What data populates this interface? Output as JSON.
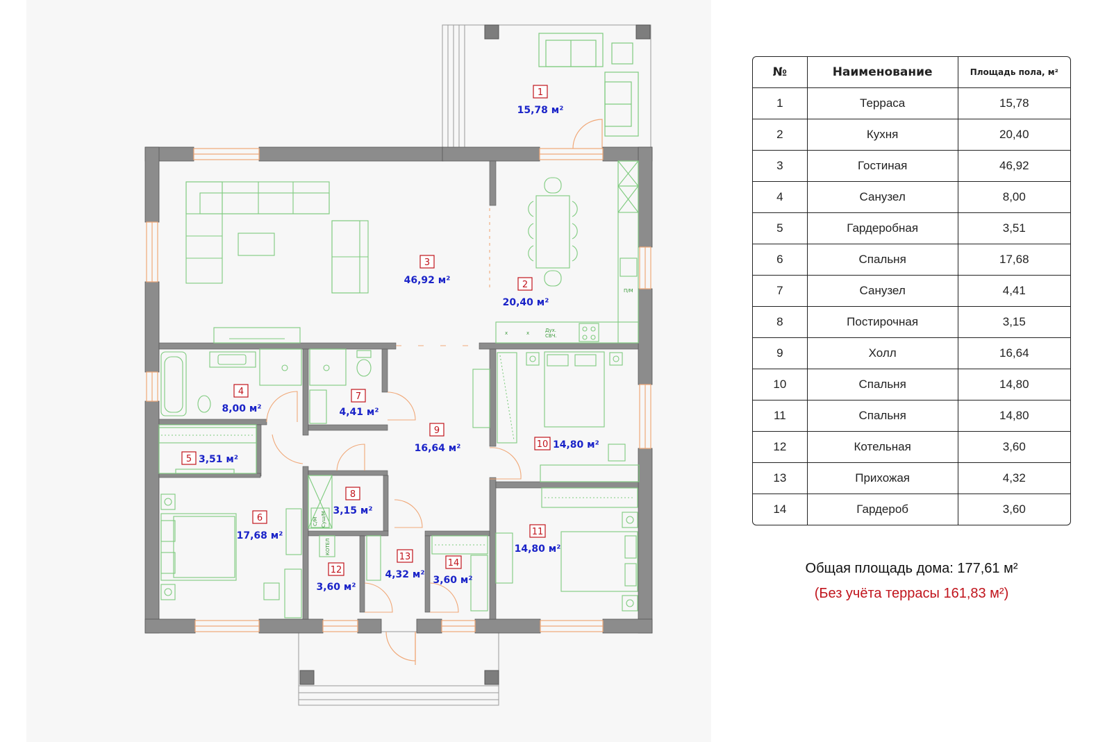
{
  "rooms": [
    {
      "num": "1",
      "area": "15,78 м²"
    },
    {
      "num": "2",
      "area": "20,40 м²"
    },
    {
      "num": "3",
      "area": "46,92 м²"
    },
    {
      "num": "4",
      "area": "8,00 м²"
    },
    {
      "num": "5",
      "area": "3,51 м²"
    },
    {
      "num": "6",
      "area": "17,68 м²"
    },
    {
      "num": "7",
      "area": "4,41 м²"
    },
    {
      "num": "8",
      "area": "3,15 м²"
    },
    {
      "num": "9",
      "area": "16,64 м²"
    },
    {
      "num": "10",
      "area": "14,80 м²"
    },
    {
      "num": "11",
      "area": "14,80 м²"
    },
    {
      "num": "12",
      "area": "3,60 м²"
    },
    {
      "num": "13",
      "area": "4,32 м²"
    },
    {
      "num": "14",
      "area": "3,60 м²"
    }
  ],
  "plan_labels": {
    "pm": "П/М",
    "oven": "Дух.",
    "microwave": "СВЧ.",
    "sm": "С/М",
    "dryer": "Суш/М",
    "boiler": "КОТЕЛ",
    "x1": "x",
    "x2": "x"
  },
  "table": {
    "headers": [
      "№",
      "Наименование",
      "Площадь пола, м²"
    ],
    "rows": [
      [
        "1",
        "Терраса",
        "15,78"
      ],
      [
        "2",
        "Кухня",
        "20,40"
      ],
      [
        "3",
        "Гостиная",
        "46,92"
      ],
      [
        "4",
        "Санузел",
        "8,00"
      ],
      [
        "5",
        "Гардеробная",
        "3,51"
      ],
      [
        "6",
        "Спальня",
        "17,68"
      ],
      [
        "7",
        "Санузел",
        "4,41"
      ],
      [
        "8",
        "Постирочная",
        "3,15"
      ],
      [
        "9",
        "Холл",
        "16,64"
      ],
      [
        "10",
        "Спальня",
        "14,80"
      ],
      [
        "11",
        "Спальня",
        "14,80"
      ],
      [
        "12",
        "Котельная",
        "3,60"
      ],
      [
        "13",
        "Прихожая",
        "4,32"
      ],
      [
        "14",
        "Гардероб",
        "3,60"
      ]
    ]
  },
  "summary": {
    "total": "Общая площадь дома:  177,61 м²",
    "note": "(Без учёта террасы  161,83 м²)"
  },
  "colors": {
    "wall": "#8c8c8c",
    "furniture": "#7ecb7e",
    "window": "#f0a878",
    "room_number": "#c0141c",
    "room_area": "#1a23c8",
    "note": "#c0141c"
  }
}
